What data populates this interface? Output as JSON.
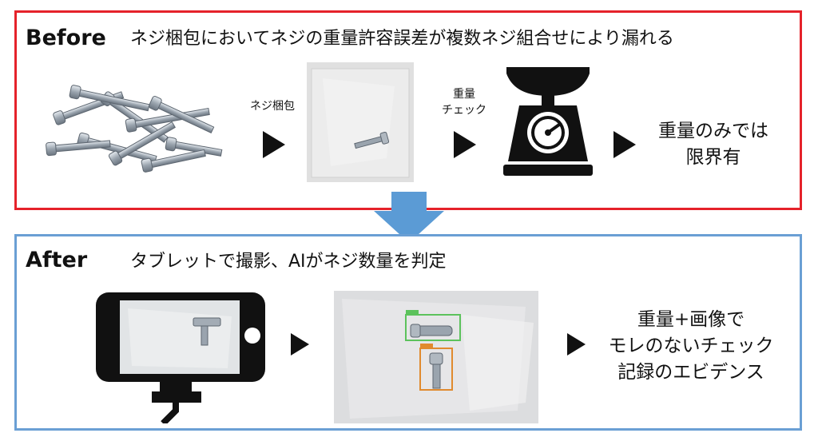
{
  "before": {
    "title": "Before",
    "subtitle": "ネジ梱包においてネジの重量許容誤差が複数ネジ組合せにより漏れる",
    "step1_label": "ネジ梱包",
    "step2_label_line1": "重量",
    "step2_label_line2": "チェック",
    "result_line1": "重量のみでは",
    "result_line2": "限界有"
  },
  "after": {
    "title": "After",
    "subtitle": "タブレットで撮影、AIがネジ数量を判定",
    "result_line1": "重量+画像で",
    "result_line2": "モレのないチェック",
    "result_line3": "記録のエビデンス"
  },
  "colors": {
    "before_border": "#e5222a",
    "after_border": "#6a9fd4",
    "down_arrow": "#5b9bd5",
    "detect_green": "#5cc25c",
    "detect_orange": "#e08a2e"
  },
  "icons": [
    "screw-pile-photo",
    "bagged-screw-photo",
    "kitchen-scale-icon",
    "tablet-icon",
    "ai-detection-photo",
    "play-arrow-icon",
    "down-arrow-icon"
  ]
}
